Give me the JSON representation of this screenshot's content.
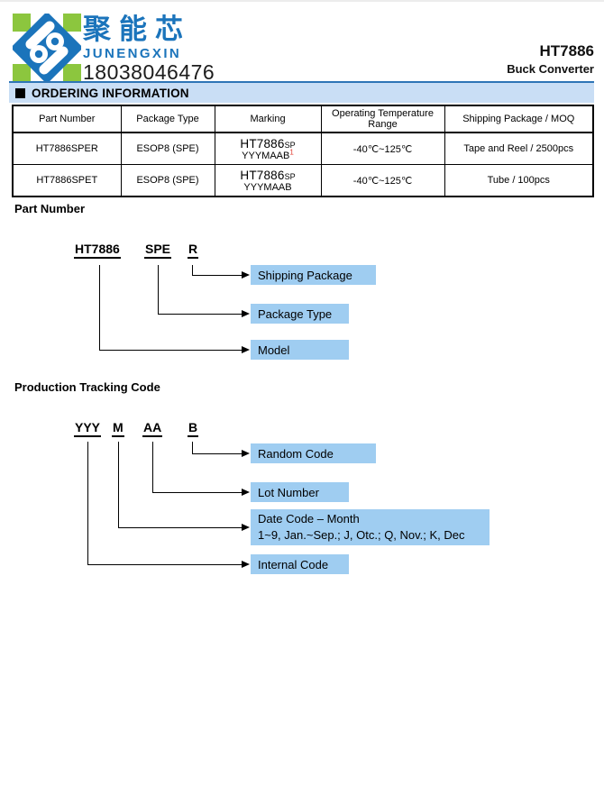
{
  "header": {
    "brand_chinese": "聚能芯",
    "brand_romanized": "JUNENGXIN",
    "phone": "18038046476",
    "part_title": "HT7886",
    "subtitle": "Buck Converter"
  },
  "section_banner": {
    "title": "ORDERING INFORMATION"
  },
  "ordering_table": {
    "headers": [
      "Part Number",
      "Package Type",
      "Marking",
      "Operating Temperature Range",
      "Shipping Package / MOQ"
    ],
    "rows": [
      {
        "part_number": "HT7886SPER",
        "package_type": "ESOP8 (SPE)",
        "marking_line1": "HT7886",
        "marking_line1_sub": "SP",
        "marking_line2": "YYYMAAB",
        "marking_sup": "1",
        "temp_range": "-40℃~125℃",
        "shipping": "Tape and Reel / 2500pcs"
      },
      {
        "part_number": "HT7886SPET",
        "package_type": "ESOP8 (SPE)",
        "marking_line1": "HT7886",
        "marking_line1_sub": "SP",
        "marking_line2": "YYYMAAB",
        "marking_sup": "",
        "temp_range": "-40℃~125℃",
        "shipping": "Tube / 100pcs"
      }
    ]
  },
  "part_number_section": {
    "heading": "Part Number",
    "codes": [
      "HT7886",
      "SPE",
      "R"
    ],
    "labels": [
      "Shipping Package",
      "Package Type",
      "Model"
    ]
  },
  "tracking_section": {
    "heading": "Production Tracking Code",
    "codes": [
      "YYY",
      "M",
      "AA",
      "B"
    ],
    "labels": [
      "Random Code",
      "Lot Number",
      "Date Code – Month",
      "Internal Code"
    ],
    "date_code_detail": "1~9, Jan.~Sep.; J, Otc.; Q, Nov.; K, Dec"
  },
  "colors": {
    "logo_blue": "#1b74bb",
    "logo_green": "#8cc63e",
    "rule_blue": "#2e75b6",
    "banner_bg": "#c9def5",
    "box_blue": "#9fcdf1",
    "note_red": "#e03a2e"
  }
}
